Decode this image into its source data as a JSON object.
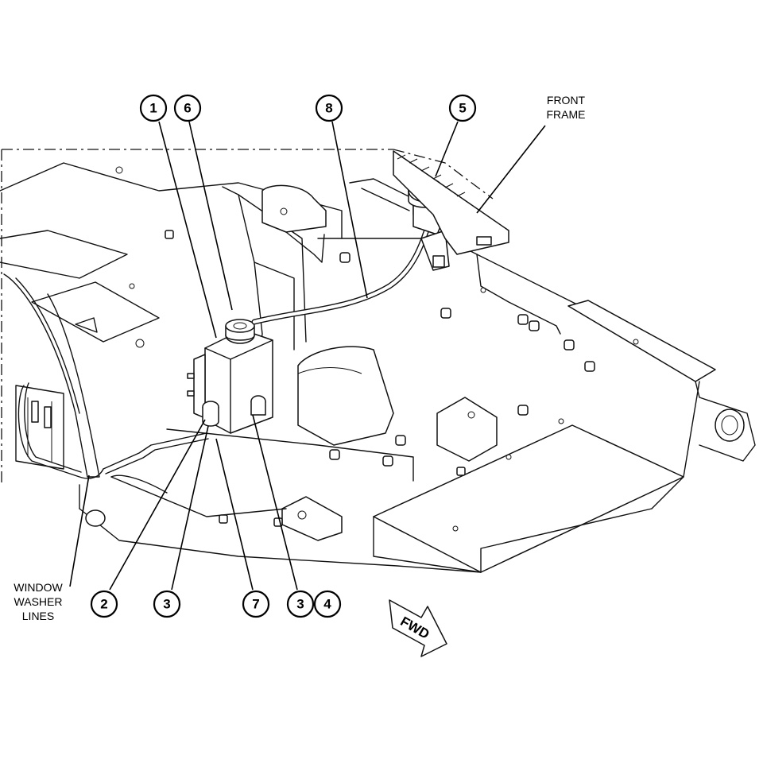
{
  "callouts": [
    {
      "id": "c1",
      "number": "1"
    },
    {
      "id": "c6",
      "number": "6"
    },
    {
      "id": "c8",
      "number": "8"
    },
    {
      "id": "c5",
      "number": "5"
    },
    {
      "id": "c2",
      "number": "2"
    },
    {
      "id": "c3a",
      "number": "3"
    },
    {
      "id": "c7",
      "number": "7"
    },
    {
      "id": "c3b",
      "number": "3"
    },
    {
      "id": "c4",
      "number": "4"
    }
  ],
  "labels": {
    "front_frame": [
      "FRONT",
      "FRAME"
    ],
    "window_washer_lines": [
      "WINDOW",
      "WASHER",
      "LINES"
    ]
  },
  "direction_arrow": {
    "text": "FWD"
  }
}
